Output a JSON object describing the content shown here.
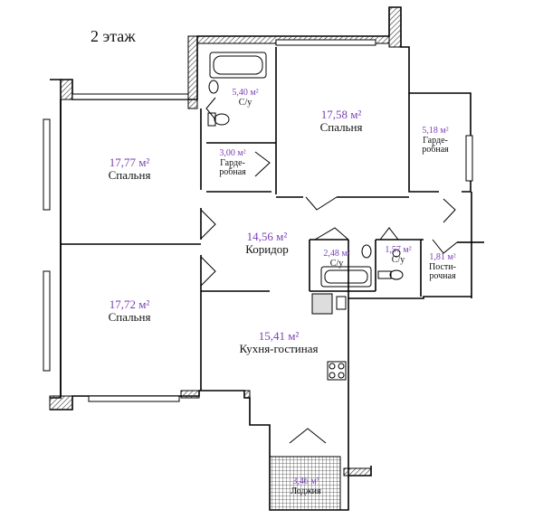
{
  "floor_title": "2 этаж",
  "colors": {
    "area_text": "#7a3fb5",
    "wall": "#000000",
    "hatch": "#555555"
  },
  "rooms": [
    {
      "id": "bedroom-left-top",
      "area": "17,77 м²",
      "name": "Спальня"
    },
    {
      "id": "bedroom-left-bottom",
      "area": "17,72 м²",
      "name": "Спальня"
    },
    {
      "id": "bathroom-top",
      "area": "5,40 м²",
      "name": "С/у"
    },
    {
      "id": "wardrobe-left",
      "area": "3,00 м²",
      "name": "Гарде-\nробная"
    },
    {
      "id": "bedroom-top",
      "area": "17,58 м²",
      "name": "Спальня"
    },
    {
      "id": "wardrobe-right",
      "area": "5,18 м²",
      "name": "Гарде-\nробная"
    },
    {
      "id": "corridor",
      "area": "14,56 м²",
      "name": "Коридор"
    },
    {
      "id": "bathroom-mid",
      "area": "2,48 м²",
      "name": "С/у"
    },
    {
      "id": "wc-small",
      "area": "1,57 м²",
      "name": "С/у"
    },
    {
      "id": "laundry",
      "area": "1,81 м²",
      "name": "Пости-\nрочная"
    },
    {
      "id": "kitchen-living",
      "area": "15,41 м²",
      "name": "Кухня-гостиная"
    },
    {
      "id": "loggia",
      "area": "3,46 м²",
      "name": "Лоджия"
    }
  ]
}
